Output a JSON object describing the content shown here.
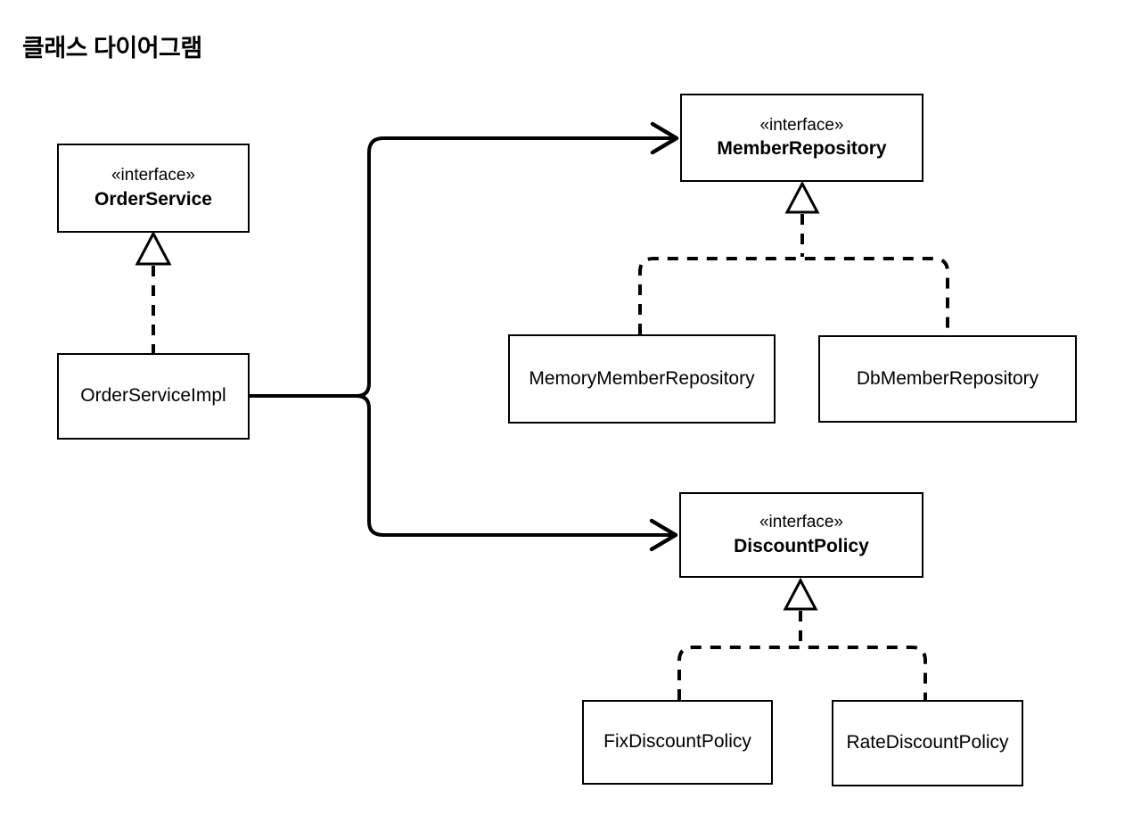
{
  "title": "클래스 다이어그램",
  "nodes": {
    "order_service": {
      "stereotype": "«interface»",
      "name": "OrderService"
    },
    "order_service_impl": {
      "name": "OrderServiceImpl"
    },
    "member_repository": {
      "stereotype": "«interface»",
      "name": "MemberRepository"
    },
    "memory_member_repository": {
      "name": "MemoryMemberRepository"
    },
    "db_member_repository": {
      "name": "DbMemberRepository"
    },
    "discount_policy": {
      "stereotype": "«interface»",
      "name": "DiscountPolicy"
    },
    "fix_discount_policy": {
      "name": "FixDiscountPolicy"
    },
    "rate_discount_policy": {
      "name": "RateDiscountPolicy"
    }
  },
  "edges": [
    {
      "from": "OrderServiceImpl",
      "to": "OrderService",
      "type": "realization"
    },
    {
      "from": "OrderServiceImpl",
      "to": "MemberRepository",
      "type": "dependency"
    },
    {
      "from": "OrderServiceImpl",
      "to": "DiscountPolicy",
      "type": "dependency"
    },
    {
      "from": "MemoryMemberRepository",
      "to": "MemberRepository",
      "type": "realization"
    },
    {
      "from": "DbMemberRepository",
      "to": "MemberRepository",
      "type": "realization"
    },
    {
      "from": "FixDiscountPolicy",
      "to": "DiscountPolicy",
      "type": "realization"
    },
    {
      "from": "RateDiscountPolicy",
      "to": "DiscountPolicy",
      "type": "realization"
    }
  ],
  "colors": {
    "line": "#000000",
    "box_fill": "#ffffff",
    "text": "#000000",
    "background": "#ffffff"
  }
}
